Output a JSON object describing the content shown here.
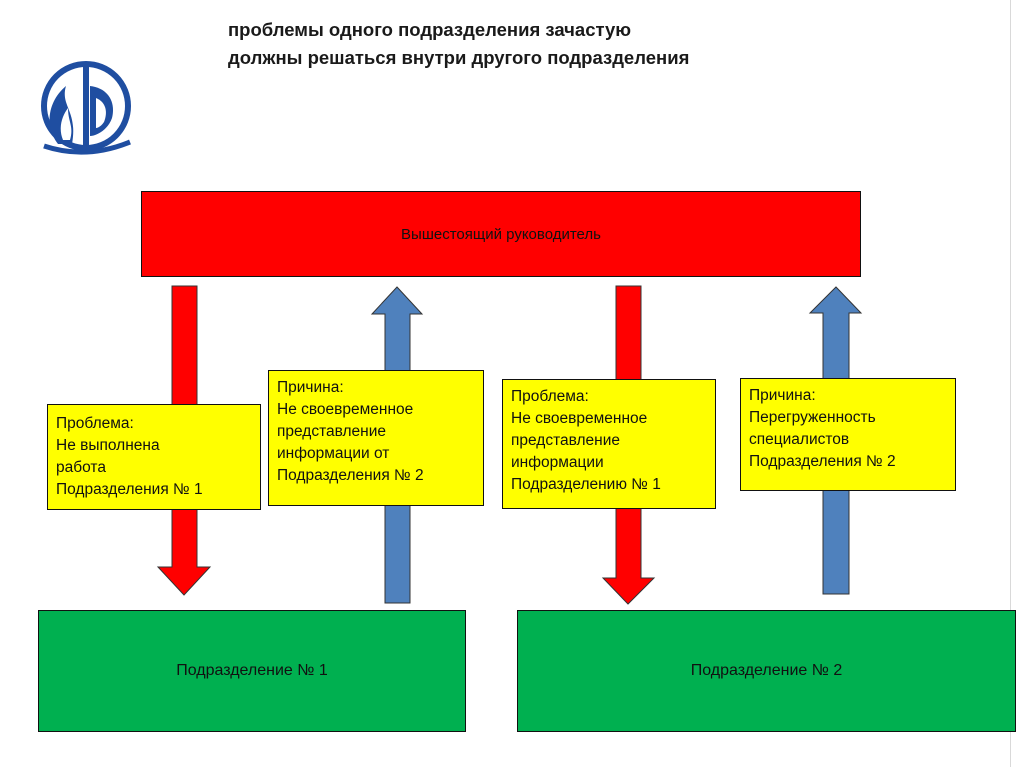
{
  "title": {
    "line1": "проблемы одного подразделения зачастую",
    "line2": "должны решаться внутри другого подразделения"
  },
  "logo": {
    "icon": "flame-globe-logo",
    "colors": {
      "primary": "#1f4ea1",
      "secondary": "#ffffff"
    }
  },
  "diagram": {
    "manager": "Вышестоящий руководитель",
    "department_1": "Подразделение № 1",
    "department_2": "Подразделение № 2",
    "notes": [
      "Проблема:\nНе выполнена\nработа\nПодразделения № 1",
      "Причина:\nНе своевременное\nпредставление\nинформации от\nПодразделения № 2",
      "Проблема:\nНе своевременное\nпредставление\nинформации\nПодразделению № 1",
      "Причина:\nПерегруженность\nспециалистов\nПодразделения № 2"
    ],
    "arrow_directions": [
      "down",
      "up",
      "down",
      "up"
    ]
  },
  "colors": {
    "manager_box": "#ff0000",
    "department_box": "#00b050",
    "note_box": "#ffff00",
    "down_arrow": "#ff0000",
    "up_arrow": "#4f81bd"
  }
}
